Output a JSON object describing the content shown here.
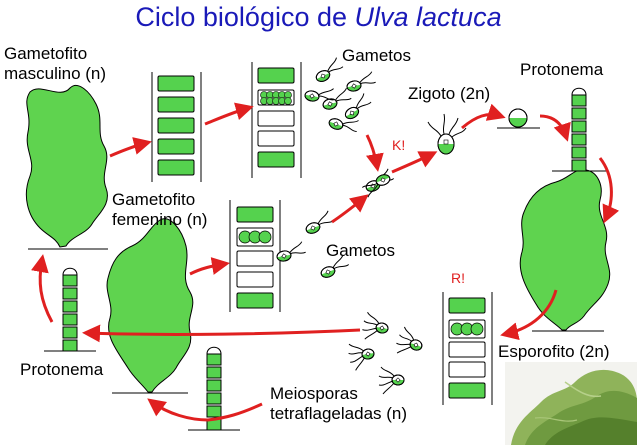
{
  "title": {
    "prefix": "Ciclo biológico de ",
    "species": "Ulva lactuca"
  },
  "labels": {
    "male_gametophyte_line1": "Gametofito",
    "male_gametophyte_line2": "masculino (n)",
    "female_gametophyte_line1": "Gametofito",
    "female_gametophyte_line2": "femenino (n)",
    "gametes_top": "Gametos",
    "gametes_bottom": "Gametos",
    "zygote": "Zigoto (2n)",
    "protonema_right": "Protonema",
    "protonema_left": "Protonema",
    "sporophyte": "Esporofito (2n)",
    "meiospores_line1": "Meiosporas",
    "meiospores_line2": "tetraflageladas (n)"
  },
  "marks": {
    "karyogamy": "K!",
    "meiosis": "R!"
  },
  "colors": {
    "title": "#1a1ab8",
    "cell_green": "#55d24e",
    "arrow_red": "#e02020",
    "thallus_green": "#5fd34f",
    "photo_green": "#6f9a40"
  },
  "icons": {
    "gametophyte": "thallus-icon",
    "filament": "cell-filament-icon",
    "gamete": "biflagellate-gamete-icon",
    "zygote": "zygote-icon",
    "spore": "tetraflagellate-spore-icon",
    "arrow": "cycle-arrow-icon"
  }
}
